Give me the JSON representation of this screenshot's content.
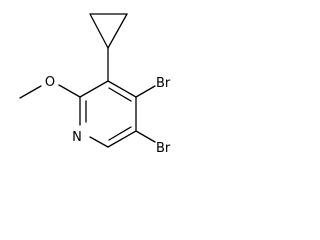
{
  "molecule": {
    "atoms": {
      "nitrogen": "N",
      "oxygen": "O",
      "bromine_top": "Br",
      "bromine_bottom": "Br"
    }
  }
}
